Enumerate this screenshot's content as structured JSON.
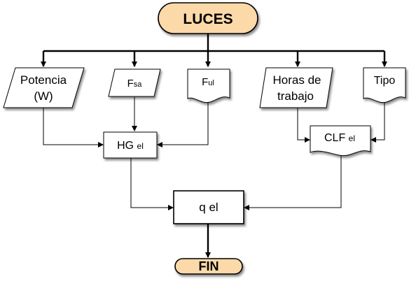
{
  "nodes": {
    "start": "LUCES",
    "potencia_line1": "Potencia",
    "potencia_line2": "(W)",
    "fsa_main": "F",
    "fsa_sub": "sa",
    "ful_main": "F",
    "ful_sub": "ul",
    "horas_line1": "Horas de",
    "horas_line2": "trabajo",
    "tipo": "Tipo",
    "hg_main": "HG ",
    "hg_sub": "el",
    "clf_main": "CLF ",
    "clf_sub": "el",
    "q_label": "q el",
    "end": "FIN"
  },
  "colors": {
    "terminal_fill": "#fcd9a8",
    "terminal_stroke": "#000000",
    "box_fill": "#ffffff",
    "line": "#000000"
  }
}
